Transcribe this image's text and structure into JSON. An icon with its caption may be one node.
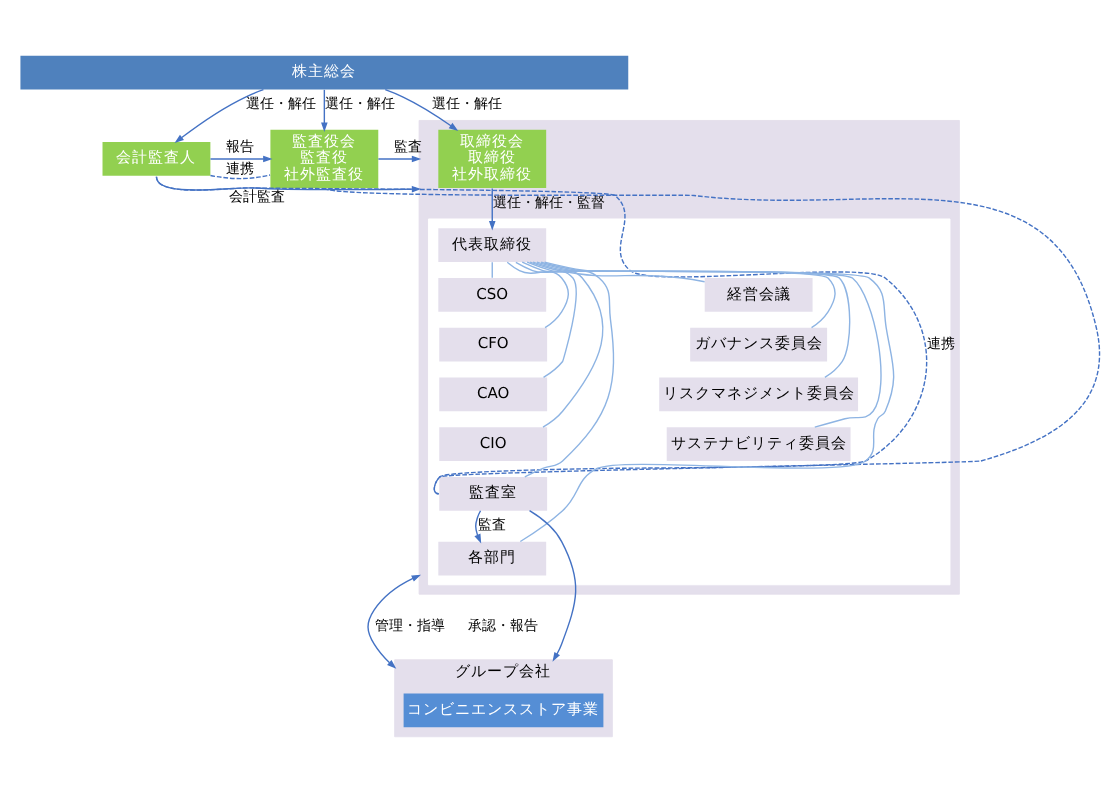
{
  "diagram": {
    "nodes": [
      {
        "text": [
          "株主総会"
        ]
      },
      {
        "text": [
          "会計監査人"
        ]
      },
      {
        "text": [
          "監査役会",
          "監査役",
          "社外監査役"
        ]
      },
      {
        "text": [],
        "shape": "box"
      },
      {
        "text": [
          "取締役会",
          "取締役",
          "社外取締役"
        ],
        "in": 3
      },
      {
        "text": [],
        "shape": "box",
        "in": 3
      },
      {
        "text": [
          "代表取締役"
        ],
        "in": 5
      },
      {
        "text": [
          "CSO"
        ],
        "in": 5
      },
      {
        "text": [
          "CFO"
        ],
        "in": 5
      },
      {
        "text": [
          "CAO"
        ],
        "in": 5
      },
      {
        "text": [
          "CIO"
        ],
        "in": 5
      },
      {
        "text": [
          "監査室"
        ],
        "in": 5
      },
      {
        "text": [
          "経営会議"
        ],
        "in": 5
      },
      {
        "text": [
          "ガバナンス委員会"
        ],
        "in": 5
      },
      {
        "text": [
          "リスクマネジメント委員会"
        ],
        "in": 5
      },
      {
        "text": [
          "サステナビリティ委員会"
        ],
        "in": 5
      },
      {
        "text": [
          "各部門"
        ],
        "in": 5
      },
      {
        "text": [
          "グループ会社"
        ]
      },
      {
        "text": [
          "コンビニエンスストア事業"
        ],
        "in": 17
      }
    ],
    "edges": [
      {
        "from": 0,
        "to": 1,
        "arrow": "to",
        "label": "選任・解任"
      },
      {
        "from": 0,
        "to": 2,
        "arrow": "to",
        "label": "選任・解任"
      },
      {
        "from": 0,
        "to": 4,
        "arrow": "to",
        "label": "選任・解任"
      },
      {
        "from": 1,
        "to": 2,
        "arrow": "to",
        "label": "報告"
      },
      {
        "from": 1,
        "to": 2,
        "arrow": "none",
        "label": "連携",
        "style": "dashed"
      },
      {
        "from": 2,
        "to": 3,
        "arrow": "to",
        "label": "監査"
      },
      {
        "from": 1,
        "to": 3,
        "arrow": "to",
        "label": "会計監査"
      },
      {
        "from": 1,
        "to": 11,
        "arrow": "none",
        "label": "連携",
        "style": "dashed"
      },
      {
        "from": 2,
        "to": 11,
        "arrow": "none",
        "style": "dashed"
      },
      {
        "from": 4,
        "to": 6,
        "arrow": "to",
        "label": "選任・解任・監督"
      },
      {
        "from": 6,
        "to": 7,
        "arrow": "none",
        "color": "#8eb4e3"
      },
      {
        "from": 6,
        "to": 8,
        "arrow": "none",
        "color": "#8eb4e3"
      },
      {
        "from": 6,
        "to": 9,
        "arrow": "none",
        "color": "#8eb4e3"
      },
      {
        "from": 6,
        "to": 10,
        "arrow": "none",
        "color": "#8eb4e3"
      },
      {
        "from": 6,
        "to": 11,
        "arrow": "none",
        "color": "#8eb4e3"
      },
      {
        "from": 6,
        "to": 12,
        "arrow": "none",
        "color": "#8eb4e3"
      },
      {
        "from": 6,
        "to": 13,
        "arrow": "none",
        "color": "#8eb4e3"
      },
      {
        "from": 6,
        "to": 14,
        "arrow": "none",
        "color": "#8eb4e3"
      },
      {
        "from": 6,
        "to": 15,
        "arrow": "none",
        "color": "#8eb4e3"
      },
      {
        "from": 6,
        "to": 16,
        "arrow": "none",
        "color": "#8eb4e3"
      },
      {
        "from": 11,
        "to": 16,
        "arrow": "to",
        "label": "監査"
      },
      {
        "from": 11,
        "to": 17,
        "arrow": "to"
      },
      {
        "from": 3,
        "to": 17,
        "arrow": "both",
        "label": "管理・指導"
      }
    ],
    "labels": [
      "承認・報告"
    ]
  }
}
